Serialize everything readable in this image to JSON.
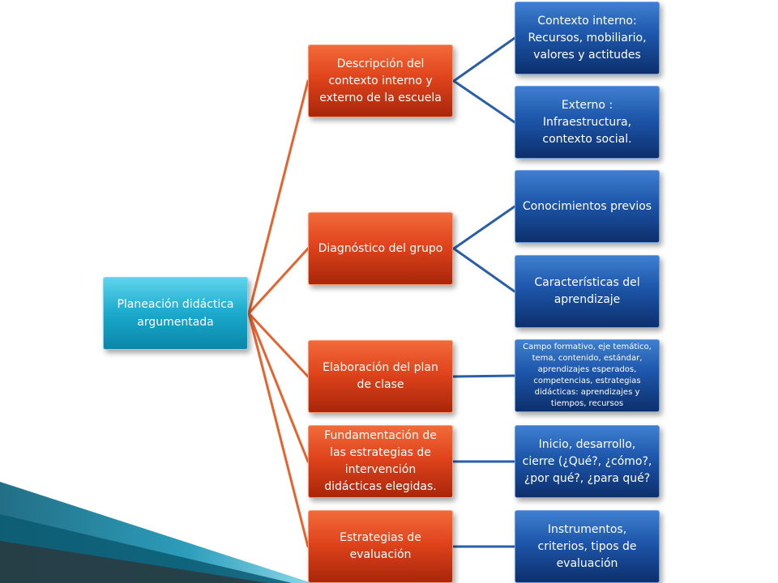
{
  "colors": {
    "root": "#1aa9cc",
    "level1": "#e0441c",
    "level2": "#1d56aa",
    "connector_orange": "#e8622d",
    "connector_blue": "#2a5fa8",
    "decor_teal": "#137e98"
  },
  "root": {
    "label": "Planeación didáctica argumentada"
  },
  "branches": [
    {
      "label": "Descripción del contexto interno y externo de la escuela",
      "children": [
        "Contexto interno: Recursos, mobiliario, valores y actitudes",
        "Externo : Infraestructura, contexto social."
      ]
    },
    {
      "label": "Diagnóstico del grupo",
      "children": [
        "Conocimientos previos",
        "Características del aprendizaje"
      ]
    },
    {
      "label": "Elaboración del plan de clase",
      "children": [
        "Campo formativo, eje temático, tema, contenido, estándar, aprendizajes esperados, competencias, estrategias didácticas: aprendizajes y tiempos, recursos"
      ]
    },
    {
      "label": "Fundamentación de las estrategias de intervención didácticas elegidas.",
      "children": [
        "Inicio, desarrollo, cierre (¿Qué?, ¿cómo?, ¿por qué?, ¿para qué?"
      ]
    },
    {
      "label": "Estrategias de evaluación",
      "children": [
        "Instrumentos, criterios, tipos de evaluación"
      ]
    }
  ]
}
